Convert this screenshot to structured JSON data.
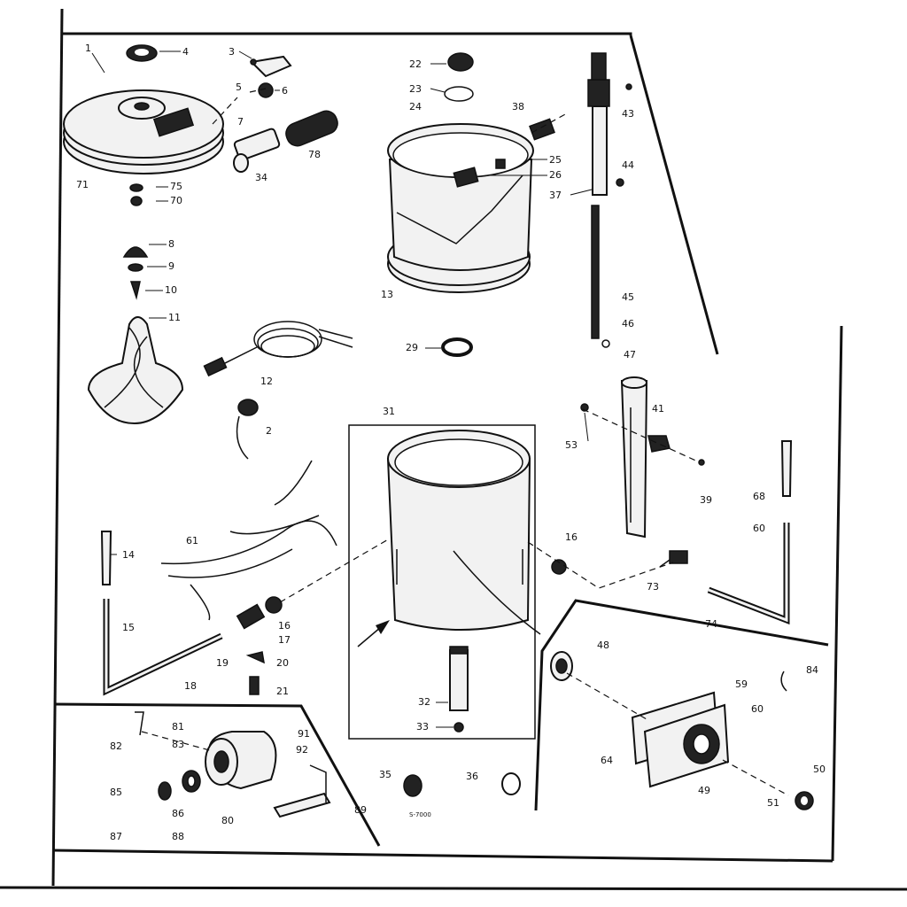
{
  "diagram": {
    "code": "S-7000",
    "callouts": [
      "1",
      "4",
      "3",
      "5",
      "6",
      "7",
      "78",
      "34",
      "71",
      "75",
      "70",
      "8",
      "9",
      "10",
      "11",
      "12",
      "2",
      "22",
      "23",
      "24",
      "38",
      "25",
      "26",
      "13",
      "29",
      "43",
      "44",
      "37",
      "45",
      "46",
      "47",
      "53",
      "41",
      "39",
      "31",
      "14",
      "61",
      "16",
      "17",
      "19",
      "18",
      "20",
      "21",
      "15",
      "32",
      "33",
      "16",
      "68",
      "60",
      "73",
      "74",
      "48",
      "64",
      "59",
      "60",
      "84",
      "49",
      "51",
      "50",
      "82",
      "81",
      "83",
      "85",
      "86",
      "88",
      "87",
      "89",
      "80",
      "91",
      "92",
      "35",
      "36"
    ]
  }
}
